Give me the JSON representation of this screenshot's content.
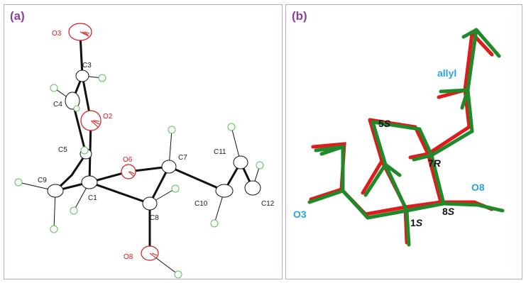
{
  "panels": {
    "a": {
      "label": "(a)"
    },
    "b": {
      "label": "(b)"
    }
  },
  "panel_a_atoms": {
    "O3": "O3",
    "C3": "C3",
    "C4": "C4",
    "O2": "O2",
    "C5": "C5",
    "O6": "O6",
    "C7": "C7",
    "C11": "C11",
    "C9": "C9",
    "C1": "C1",
    "C8": "C8",
    "C10": "C10",
    "C12": "C12",
    "O8": "O8"
  },
  "panel_b_labels": {
    "allyl": "allyl",
    "s5": "5",
    "s5_cfg": "S",
    "r7": "7",
    "r7_cfg": "R",
    "O3": "O3",
    "O8": "O8",
    "s1": "1",
    "s1_cfg": "S",
    "s8": "8",
    "s8_cfg": "S"
  },
  "colors": {
    "border": "#c9a2cf",
    "panel_label": "#8e3f97",
    "oxygen": "#d81a1a",
    "hydrogen": "#5bc35b",
    "bond": "#111111",
    "overlay_red": "#e01b1b",
    "overlay_green": "#1f8a2a",
    "blue_label": "#2aa5dc"
  }
}
